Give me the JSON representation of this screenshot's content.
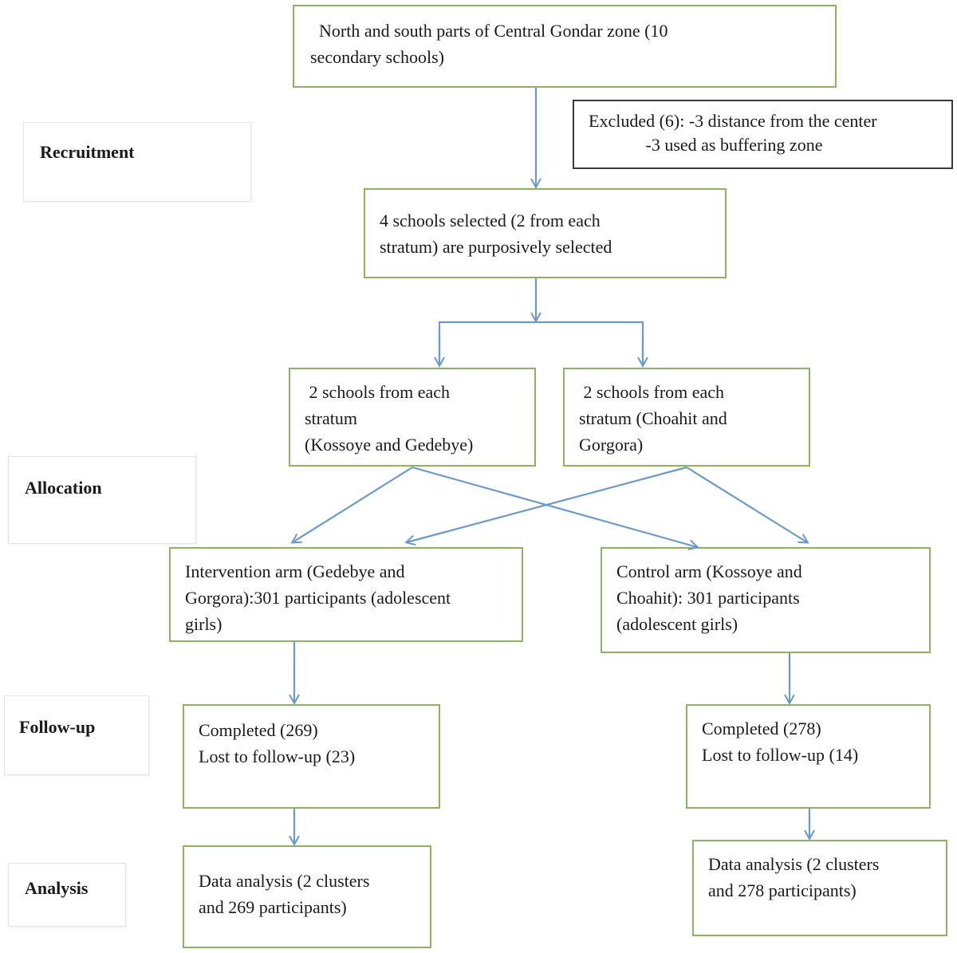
{
  "phases": {
    "recruitment": "Recruitment",
    "allocation": "Allocation",
    "followup": "Follow-up",
    "analysis": "Analysis"
  },
  "boxes": {
    "top": [
      "  North and south parts of Central Gondar zone (10",
      "secondary schools)"
    ],
    "excluded": [
      "Excluded (6): -3 distance from the center",
      "             -3 used as buffering zone"
    ],
    "selected": [
      "4 schools selected (2 from each",
      "stratum) are purposively selected"
    ],
    "stratum_left": [
      " 2 schools from each",
      "stratum",
      "(Kossoye and Gedebye)"
    ],
    "stratum_right": [
      " 2 schools from each",
      "stratum (Choahit and",
      "Gorgora)"
    ],
    "intervention": [
      "Intervention arm (Gedebye and",
      "Gorgora):301 participants (adolescent",
      "girls)"
    ],
    "control": [
      "Control arm (Kossoye and",
      "Choahit): 301 participants",
      "(adolescent girls)"
    ],
    "followup_left": [
      "Completed (269)",
      "Lost to follow-up (23)"
    ],
    "followup_right": [
      "Completed (278)",
      "Lost to follow-up (14)"
    ],
    "analysis_left": [
      "Data analysis (2 clusters",
      "and 269 participants)"
    ],
    "analysis_right": [
      "Data analysis (2 clusters",
      "and 278 participants)"
    ]
  },
  "colors": {
    "arrow": "#6b9ac8",
    "box_border": "#8db35e",
    "excluded_border": "#3a3a3a"
  }
}
